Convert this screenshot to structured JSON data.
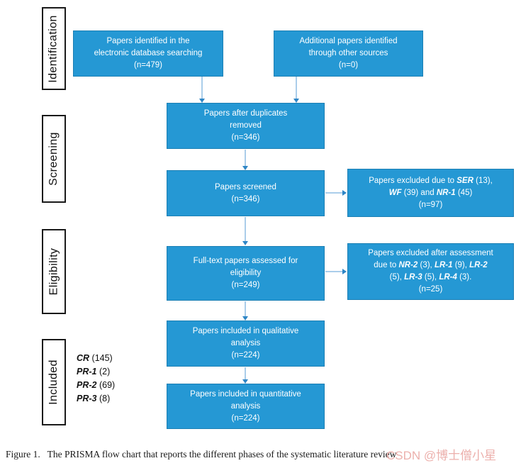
{
  "palette": {
    "box_fill": "#2598d4",
    "box_border": "#1b7fb4",
    "connector": "#aacdea",
    "arrowhead": "#2e86c6",
    "watermark": "#eba8a4"
  },
  "side_labels": [
    {
      "id": "identification",
      "label": "Identification"
    },
    {
      "id": "screening",
      "label": "Screening"
    },
    {
      "id": "eligibility",
      "label": "Eligibility"
    },
    {
      "id": "included",
      "label": "Included"
    }
  ],
  "boxes": {
    "b1": [
      [
        {
          "t": "Papers identified in the"
        }
      ],
      [
        {
          "t": "electronic database searching"
        }
      ],
      [
        {
          "t": "(n=479)"
        }
      ]
    ],
    "b2": [
      [
        {
          "t": "Additional papers identified"
        }
      ],
      [
        {
          "t": "through other sources"
        }
      ],
      [
        {
          "t": "(n=0)"
        }
      ]
    ],
    "b3": [
      [
        {
          "t": "Papers after duplicates"
        }
      ],
      [
        {
          "t": "removed"
        }
      ],
      [
        {
          "t": "(n=346)"
        }
      ]
    ],
    "b4": [
      [
        {
          "t": "Papers screened"
        }
      ],
      [
        {
          "t": "(n=346)"
        }
      ]
    ],
    "b5": [
      [
        {
          "t": "Papers excluded due to "
        },
        {
          "t": "SER",
          "em": 1
        },
        {
          "t": " (13),"
        }
      ],
      [
        {
          "t": "WF",
          "em": 1
        },
        {
          "t": " (39) and "
        },
        {
          "t": "NR-1",
          "em": 1
        },
        {
          "t": " (45)"
        }
      ],
      [
        {
          "t": "(n=97)"
        }
      ]
    ],
    "b6": [
      [
        {
          "t": "Full-text papers assessed for"
        }
      ],
      [
        {
          "t": "eligibility"
        }
      ],
      [
        {
          "t": "(n=249)"
        }
      ]
    ],
    "b7": [
      [
        {
          "t": "Papers excluded after assessment"
        }
      ],
      [
        {
          "t": "due to "
        },
        {
          "t": "NR-2",
          "em": 1
        },
        {
          "t": " (3), "
        },
        {
          "t": "LR-1",
          "em": 1
        },
        {
          "t": " (9), "
        },
        {
          "t": "LR-2",
          "em": 1
        }
      ],
      [
        {
          "t": "(5), "
        },
        {
          "t": "LR-3",
          "em": 1
        },
        {
          "t": " (5), "
        },
        {
          "t": "LR-4",
          "em": 1
        },
        {
          "t": " (3)."
        }
      ],
      [
        {
          "t": "(n=25)"
        }
      ]
    ],
    "b8": [
      [
        {
          "t": "Papers included in qualitative"
        }
      ],
      [
        {
          "t": "analysis"
        }
      ],
      [
        {
          "t": "(n=224)"
        }
      ]
    ],
    "b9": [
      [
        {
          "t": "Papers included in quantitative"
        }
      ],
      [
        {
          "t": "analysis"
        }
      ],
      [
        {
          "t": "(n=224)"
        }
      ]
    ]
  },
  "included_stats": [
    [
      {
        "t": "CR",
        "em": 1
      },
      {
        "t": " (145)"
      }
    ],
    [
      {
        "t": "PR-1",
        "em": 1
      },
      {
        "t": " (2)"
      }
    ],
    [
      {
        "t": "PR-2",
        "em": 1
      },
      {
        "t": " (69)"
      }
    ],
    [
      {
        "t": "PR-3",
        "em": 1
      },
      {
        "t": " (8)"
      }
    ]
  ],
  "caption": {
    "text": "Figure 1.   The PRISMA flow chart that reports the different phases of the systematic literature review"
  },
  "watermark": {
    "text": "CSDN @博士僧小星"
  }
}
